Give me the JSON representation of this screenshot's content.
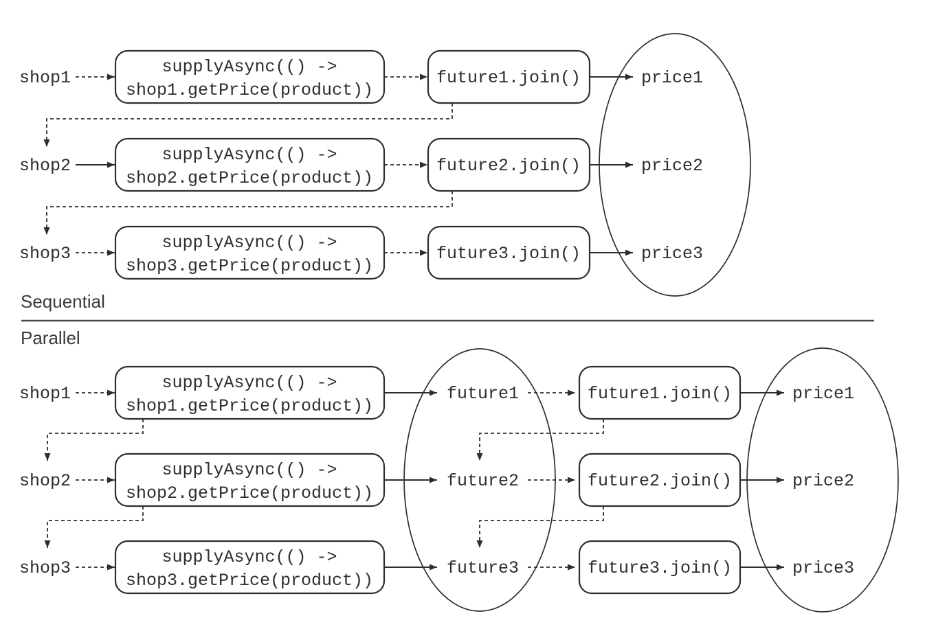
{
  "title": "Sequential vs parallel CompletableFuture price retrieval diagram",
  "colors": {
    "background": "#ffffff",
    "stroke": "#2e2e2e",
    "text": "#2e2e2e",
    "section_label": "#3a3a3a",
    "divider": "#4a4a4a"
  },
  "sections": {
    "sequential": {
      "label": "Sequential",
      "rows": [
        {
          "shop": "shop1",
          "supply_line1": "supplyAsync(() ->",
          "supply_line2": "shop1.getPrice(product))",
          "join": "future1.join()",
          "price": "price1"
        },
        {
          "shop": "shop2",
          "supply_line1": "supplyAsync(() ->",
          "supply_line2": "shop2.getPrice(product))",
          "join": "future2.join()",
          "price": "price2"
        },
        {
          "shop": "shop3",
          "supply_line1": "supplyAsync(() ->",
          "supply_line2": "shop3.getPrice(product))",
          "join": "future3.join()",
          "price": "price3"
        }
      ]
    },
    "parallel": {
      "label": "Parallel",
      "rows": [
        {
          "shop": "shop1",
          "supply_line1": "supplyAsync(() ->",
          "supply_line2": "shop1.getPrice(product))",
          "future": "future1",
          "join": "future1.join()",
          "price": "price1"
        },
        {
          "shop": "shop2",
          "supply_line1": "supplyAsync(() ->",
          "supply_line2": "shop2.getPrice(product))",
          "future": "future2",
          "join": "future2.join()",
          "price": "price2"
        },
        {
          "shop": "shop3",
          "supply_line1": "supplyAsync(() ->",
          "supply_line2": "shop3.getPrice(product))",
          "future": "future3",
          "join": "future3.join()",
          "price": "price3"
        }
      ]
    }
  }
}
